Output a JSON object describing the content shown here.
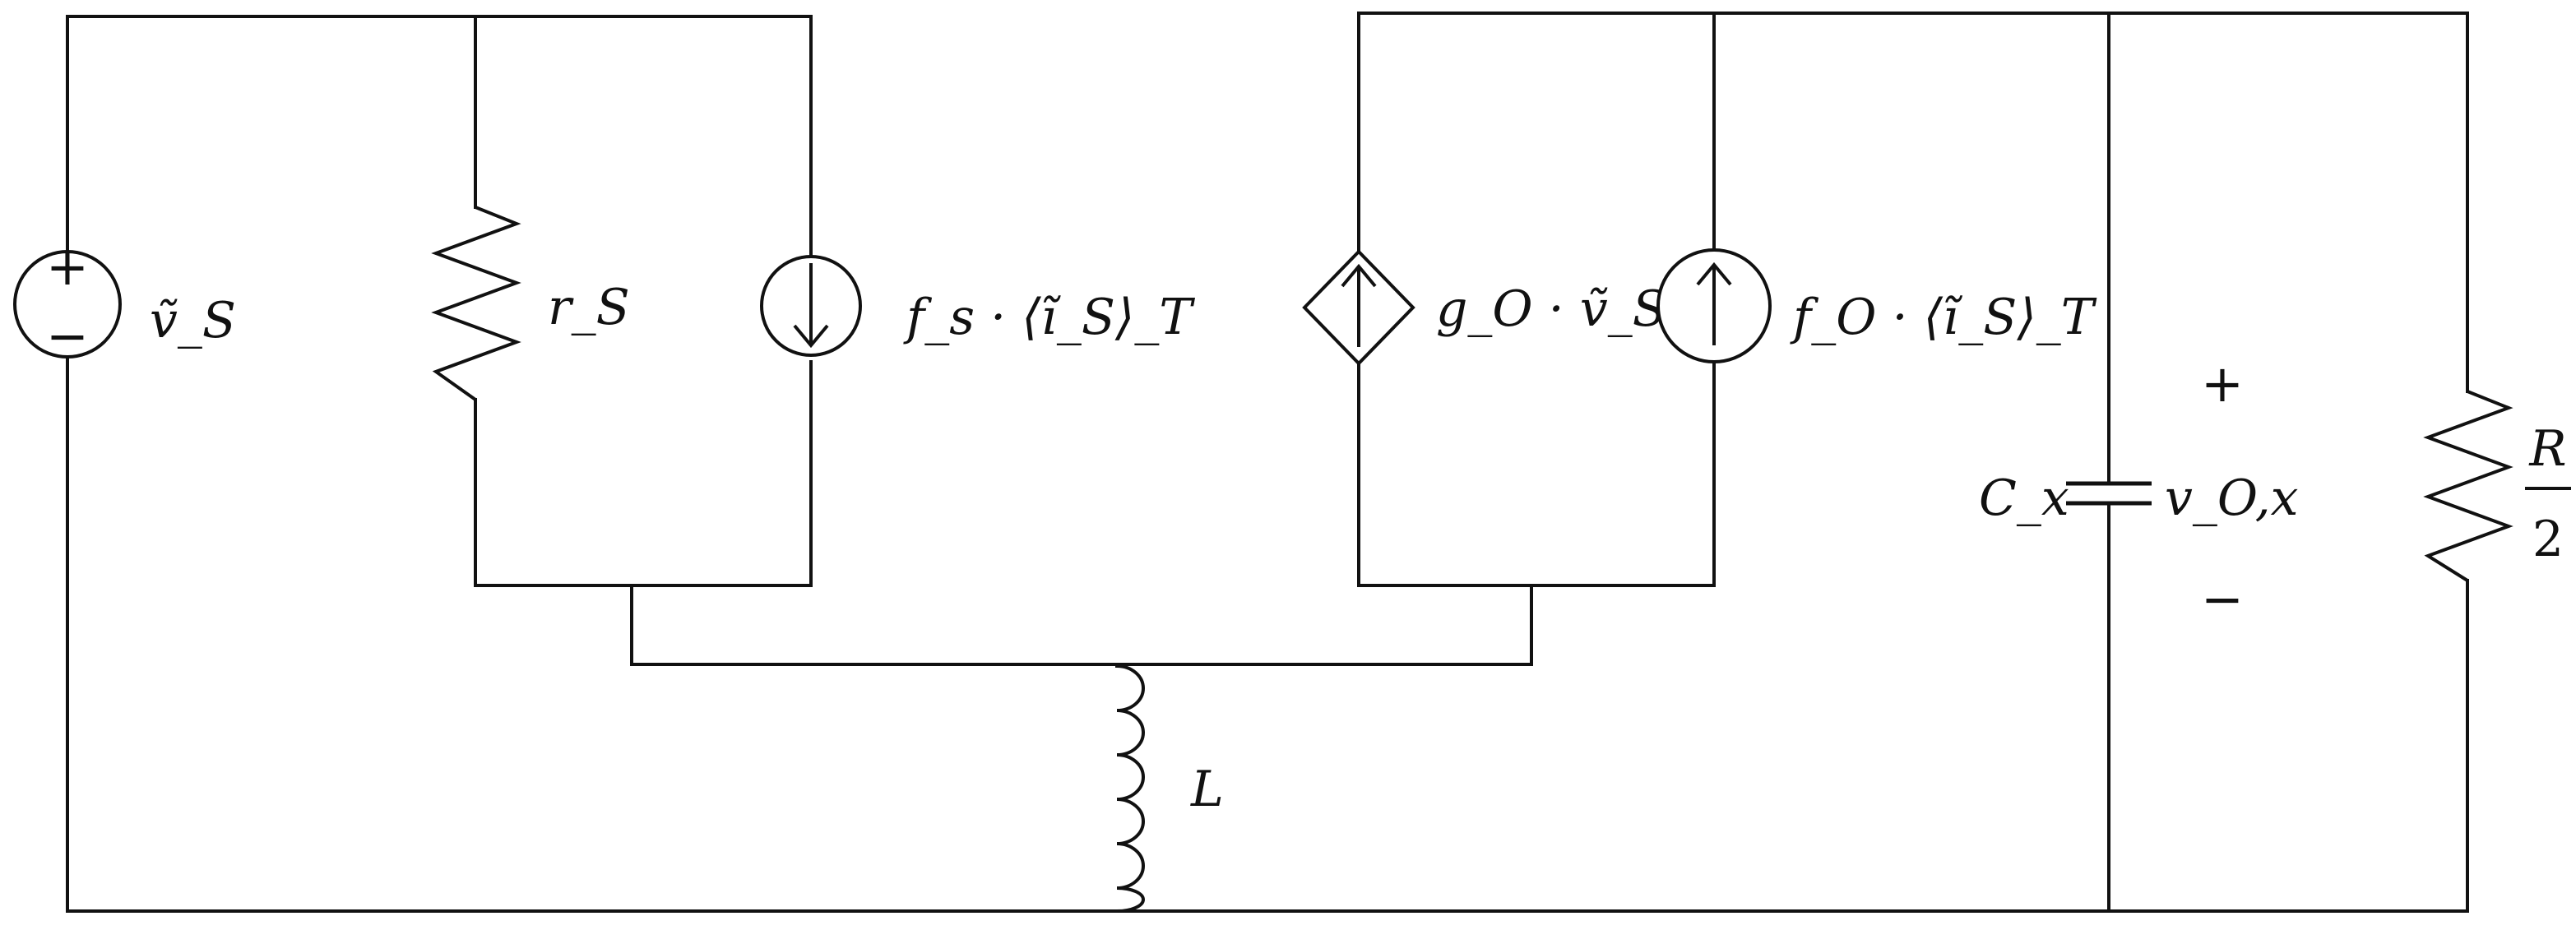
{
  "labels": {
    "voltage_source": "ṽ_S",
    "source_resistor": "r_S",
    "source_current": "f_s · ⟨ĩ_S⟩_T",
    "dependent_source": "g_O · ṽ_S",
    "output_current": "f_O · ⟨ĩ_S⟩_T",
    "inductor": "L",
    "capacitor": "C_x",
    "output_voltage": "v_O,x",
    "load_numerator": "R",
    "load_denominator": "2"
  },
  "signs": {
    "plus": "+",
    "minus": "−",
    "source_plus": "+",
    "source_minus": "−"
  },
  "colors": {
    "stroke": "#111111",
    "background": "#ffffff"
  }
}
